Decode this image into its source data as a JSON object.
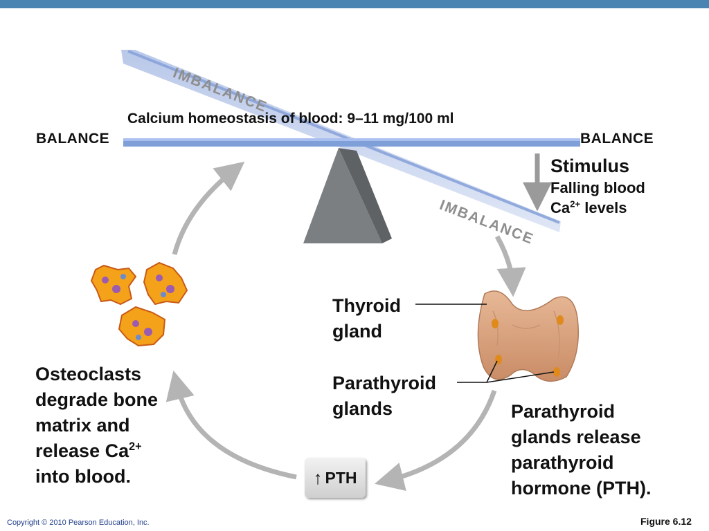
{
  "title": "Calcium homeostasis of blood: 9–11 mg/100 ml",
  "balance_left": "BALANCE",
  "balance_right": "BALANCE",
  "imbalance_top": "IMBALANCE",
  "imbalance_bottom": "IMBALANCE",
  "stimulus": {
    "heading": "Stimulus",
    "line1": "Falling blood",
    "ca": "Ca",
    "ca_sup": "2+",
    "line2_rest": " levels"
  },
  "thyroid": {
    "line1": "Thyroid",
    "line2": "gland"
  },
  "parathyroid": {
    "line1": "Parathyroid",
    "line2": "glands"
  },
  "release": {
    "line1": "Parathyroid",
    "line2": "glands release",
    "line3": "parathyroid",
    "line4": "hormone (PTH)."
  },
  "osteoclasts": {
    "line1": "Osteoclasts",
    "line2": "degrade bone",
    "line3": "matrix and",
    "line4": "release Ca",
    "line4_sup": "2+",
    "line5": "into blood."
  },
  "pth": {
    "label": "PTH",
    "arrow": "↑"
  },
  "copyright": "Copyright © 2010 Pearson Education, Inc.",
  "figure": "Figure 6.12",
  "colors": {
    "top_bar": "#4a84b3",
    "beam": "#7f9fd8",
    "cycle_arrows": "#b4b4b4",
    "fulcrum": "#7b7f82",
    "thyroid": "#d9a27b",
    "parathyroid": "#e08a1c",
    "osteoclast": "#f3a21a"
  },
  "icons": [
    "up-arrow-icon",
    "seesaw-fulcrum",
    "thyroid-gland-illustration",
    "osteoclast-cell-illustration"
  ]
}
